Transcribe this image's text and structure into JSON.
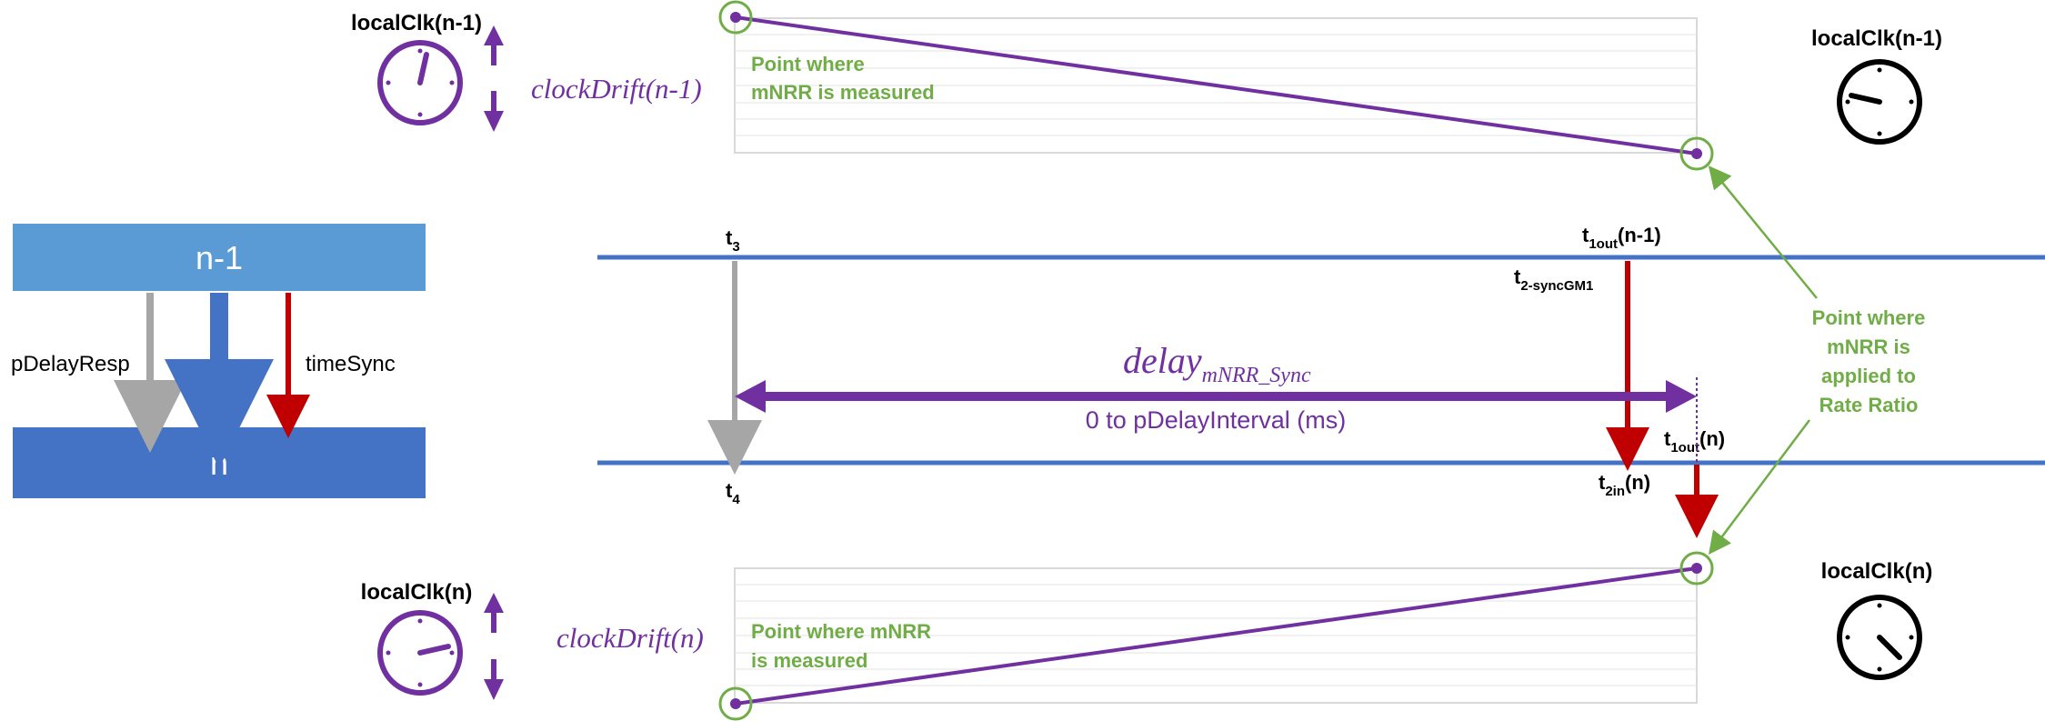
{
  "colors": {
    "purple": "#7030a0",
    "green": "#70ad47",
    "light_blue": "#5b9bd5",
    "dark_blue": "#4472c4",
    "line_blue": "#4472c4",
    "red": "#c00000",
    "gray": "#a6a6a6",
    "black": "#000000"
  },
  "left_panel": {
    "node_top_label": "n-1",
    "node_bottom_label": "n",
    "pdelayresp_label": "pDelayResp",
    "timesync_label": "timeSync"
  },
  "top": {
    "localclk_left": "localClk(n-1)",
    "clockdrift_name": "clockDrift",
    "clockdrift_arg": "(n-1)",
    "localclk_right": "localClk(n-1)",
    "measured_line1": "Point where",
    "measured_line2": "mNRR is measured"
  },
  "bottom": {
    "localclk_left": "localClk(n)",
    "clockdrift_name": "clockDrift",
    "clockdrift_arg": "(n)",
    "localclk_right": "localClk(n)",
    "measured_line1": "Point where mNRR",
    "measured_line2": "is measured"
  },
  "timeline": {
    "t3": {
      "base": "t",
      "sub": "3"
    },
    "t4": {
      "base": "t",
      "sub": "4"
    },
    "t1out_n1": {
      "base": "t",
      "sub": "1out",
      "suffix": "(n-1)"
    },
    "t2_syncgm1": {
      "base": "t",
      "sub": "2-syncGM1"
    },
    "t1out_n": {
      "base": "t",
      "sub": "1out",
      "suffix": "(n)"
    },
    "t2in_n": {
      "base": "t",
      "sub": "2in",
      "suffix": "(n)"
    },
    "delay_name": "delay",
    "delay_sub": "mNRR_Sync",
    "delay_range": "0 to pDelayInterval (ms)"
  },
  "applied_note": {
    "line1": "Point where",
    "line2": "mNRR is",
    "line3": "applied to",
    "line4": "Rate Ratio"
  }
}
